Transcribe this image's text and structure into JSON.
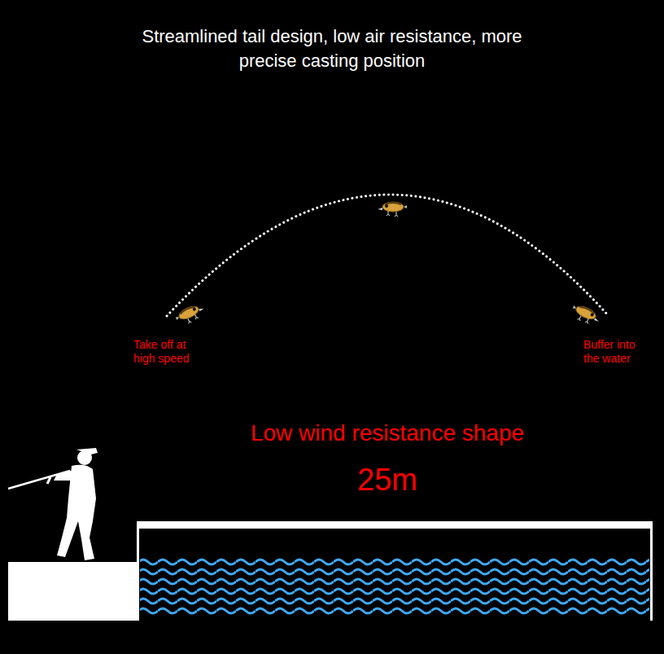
{
  "diagram": {
    "title": "Streamlined tail design, low air resistance, more precise casting position",
    "labels": [
      "Take off at high speed",
      "Buffer into the water",
      "Low wind resistance shape",
      "25m"
    ]
  }
}
